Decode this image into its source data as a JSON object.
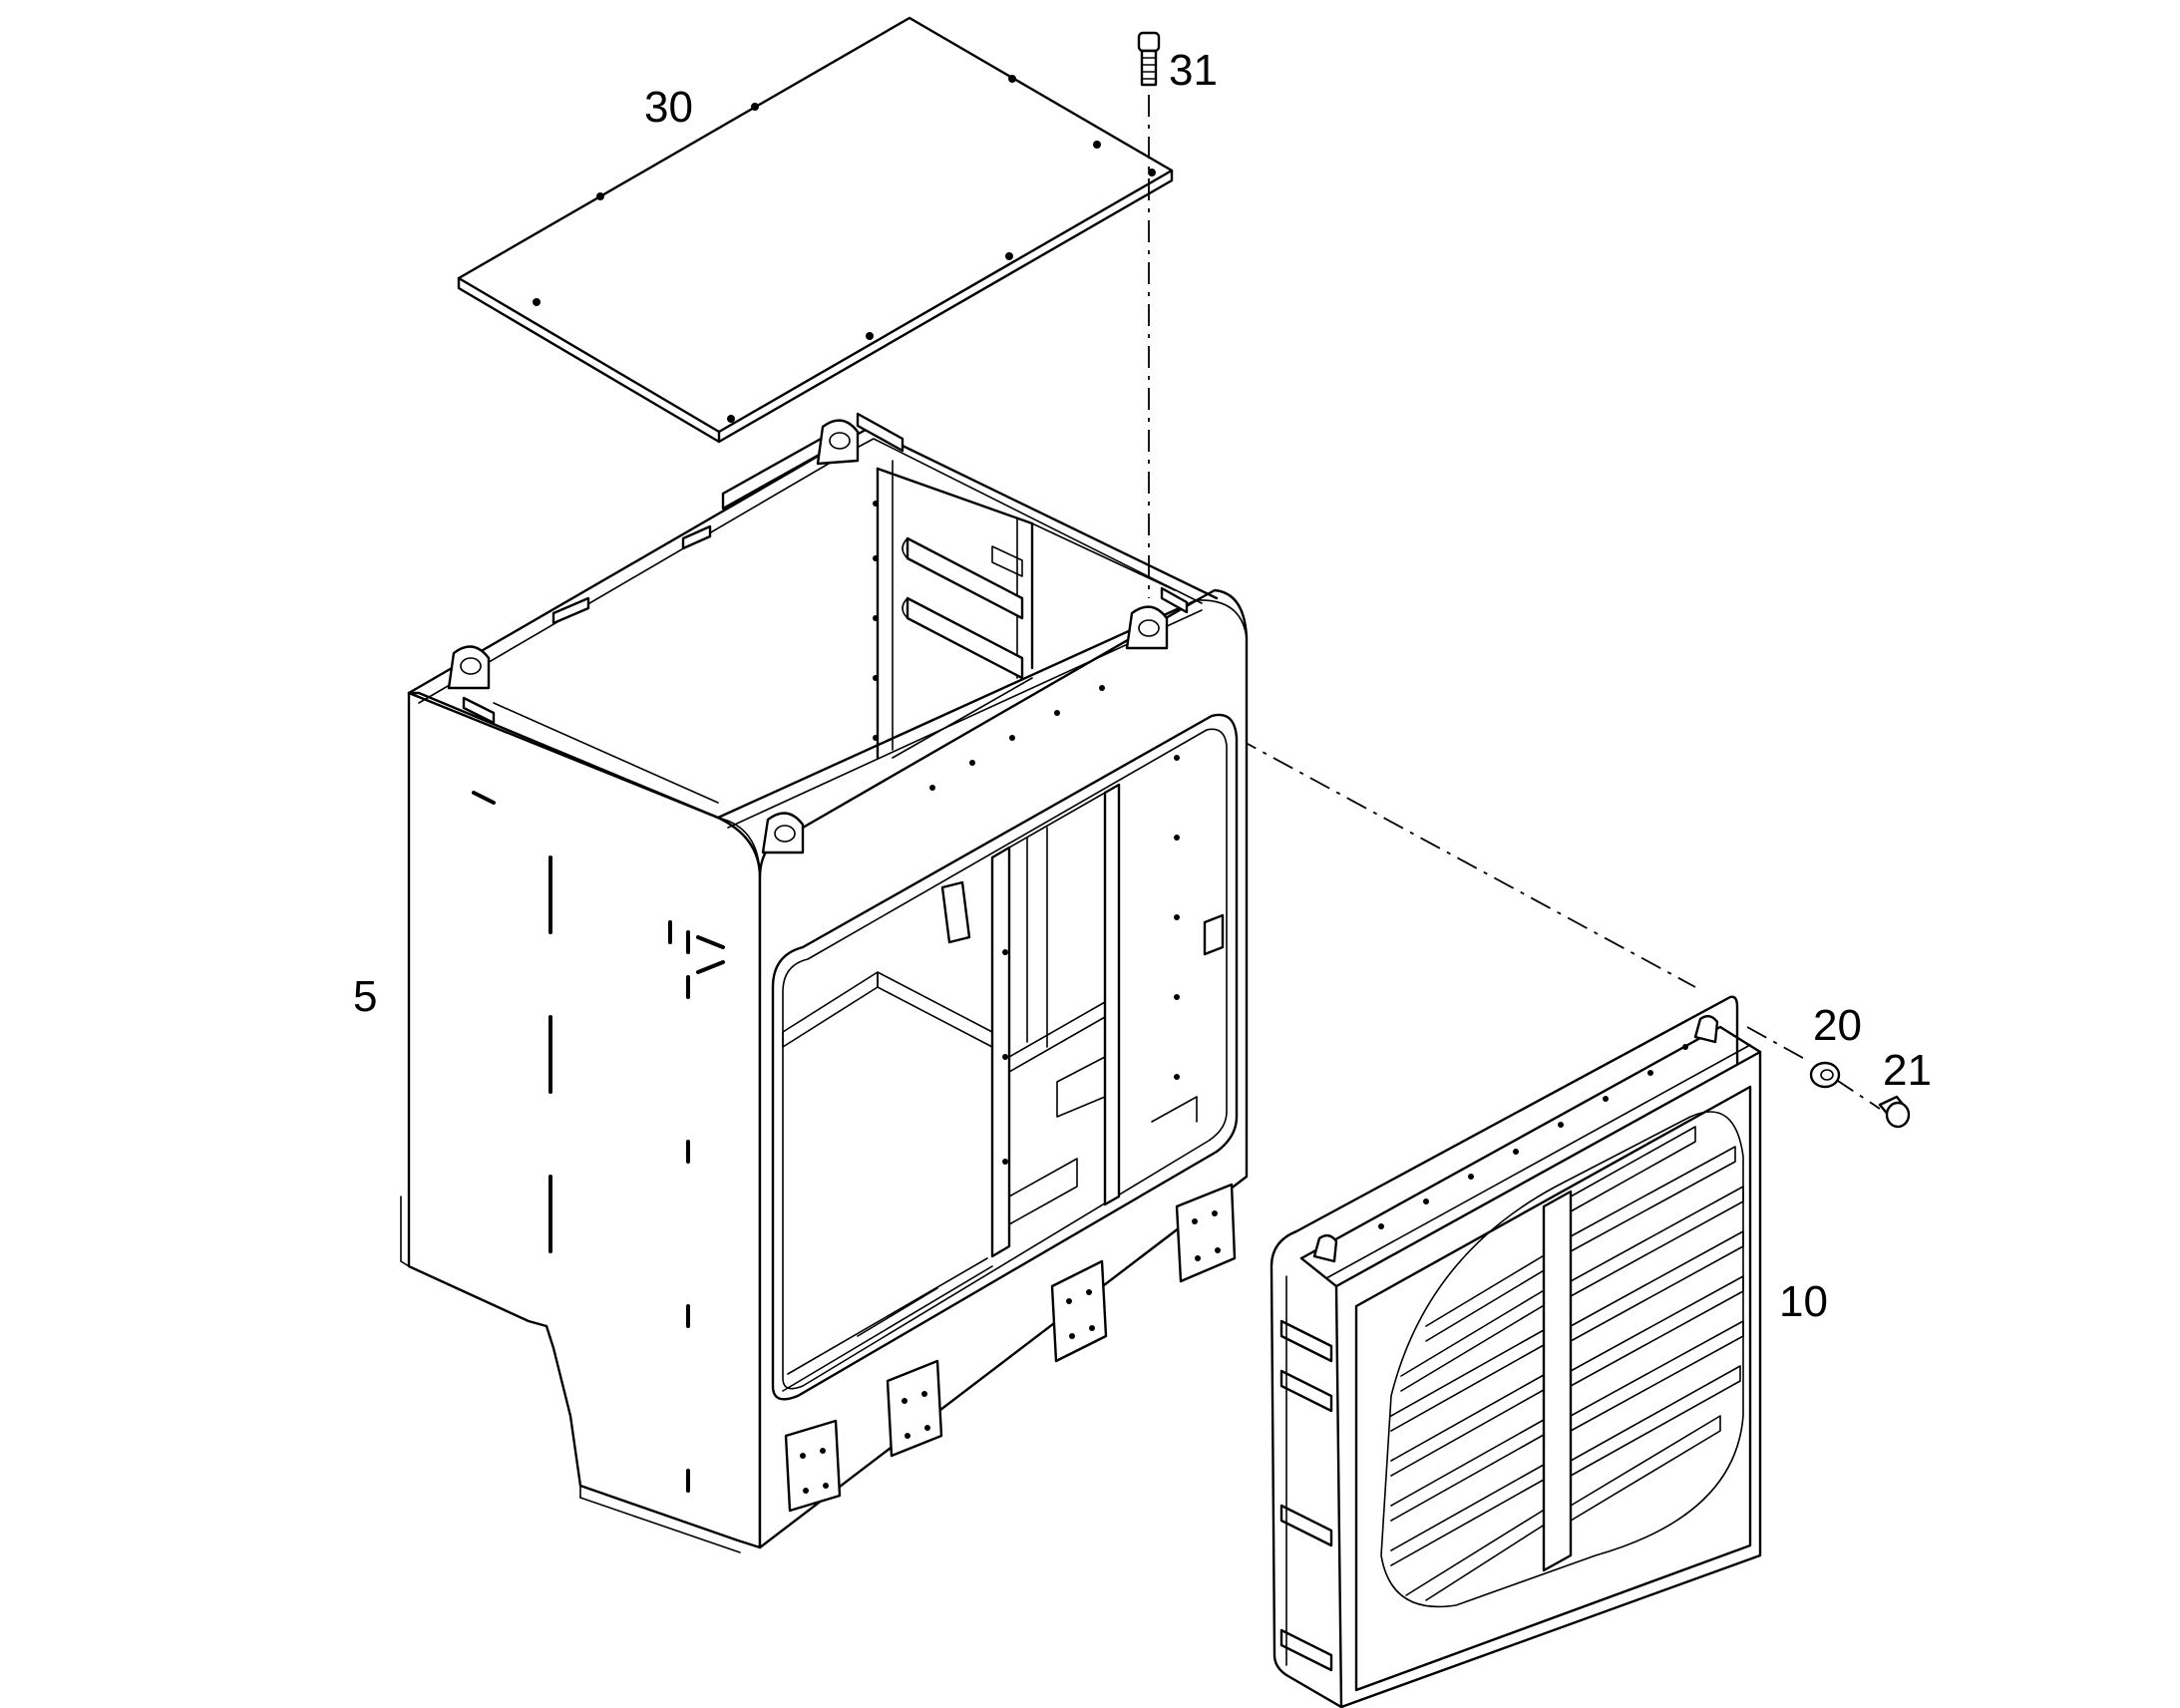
{
  "drawing": {
    "callouts": {
      "cover_plate": "30",
      "cover_bolt": "31",
      "housing": "5",
      "grille": "10",
      "washer": "20",
      "bolt": "21"
    }
  }
}
